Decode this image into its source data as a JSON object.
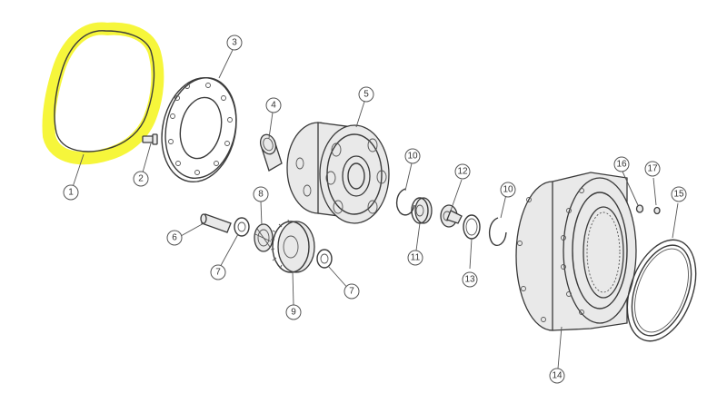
{
  "diagram": {
    "highlight_color": "#f5f52a",
    "callouts": [
      {
        "id": "1",
        "label": "1"
      },
      {
        "id": "2",
        "label": "2"
      },
      {
        "id": "3",
        "label": "3"
      },
      {
        "id": "4",
        "label": "4"
      },
      {
        "id": "5",
        "label": "5"
      },
      {
        "id": "6",
        "label": "6"
      },
      {
        "id": "7a",
        "label": "7"
      },
      {
        "id": "7b",
        "label": "7"
      },
      {
        "id": "8",
        "label": "8"
      },
      {
        "id": "9",
        "label": "9"
      },
      {
        "id": "10a",
        "label": "10"
      },
      {
        "id": "10b",
        "label": "10"
      },
      {
        "id": "11",
        "label": "11"
      },
      {
        "id": "12",
        "label": "12"
      },
      {
        "id": "13",
        "label": "13"
      },
      {
        "id": "14",
        "label": "14"
      },
      {
        "id": "15",
        "label": "15"
      },
      {
        "id": "16",
        "label": "16"
      },
      {
        "id": "17",
        "label": "17"
      }
    ]
  }
}
